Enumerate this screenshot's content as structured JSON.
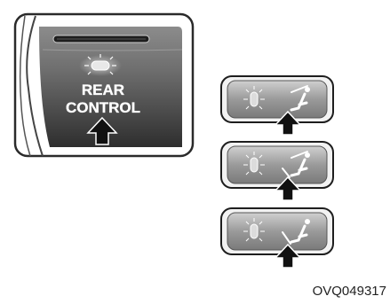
{
  "figure_code": "OVQ049317",
  "rear_panel": {
    "label_line1": "REAR",
    "label_line2": "CONTROL"
  },
  "mode_buttons": [
    {
      "icon": "vent-face-mode-icon"
    },
    {
      "icon": "vent-face-floor-mode-icon"
    },
    {
      "icon": "floor-mode-icon"
    }
  ],
  "icons": {
    "indicator": "indicator-light-icon",
    "pointer": "arrow-up-icon"
  }
}
